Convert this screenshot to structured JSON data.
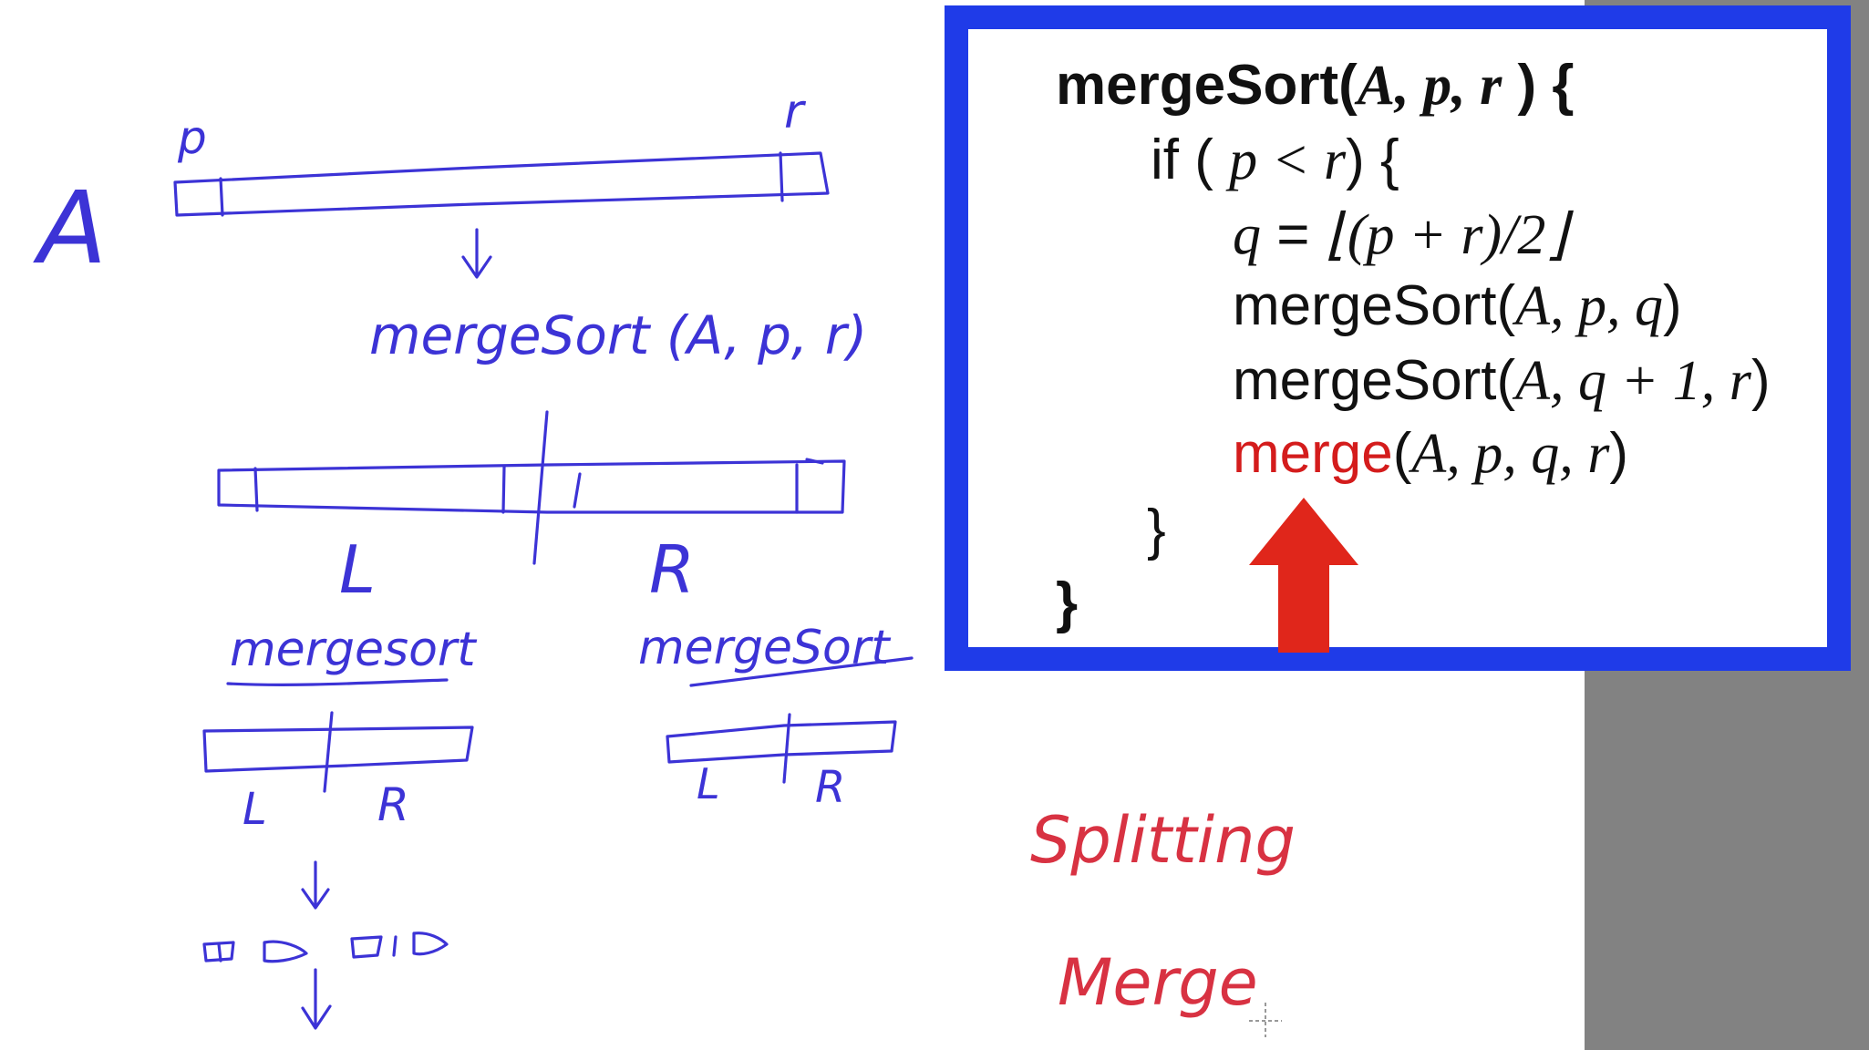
{
  "code": {
    "line1": {
      "fn": "mergeSort(",
      "args": "A, p, r",
      "close": " ) {"
    },
    "line2": {
      "pre": "if ( ",
      "cond": "p < r",
      "post": ") {"
    },
    "line3": {
      "lhs": "q",
      "eq": " = ",
      "rhs": "⌊(p + r)/2⌋"
    },
    "line4": {
      "fn": "mergeSort(",
      "args": "A, p, q",
      "close": ")"
    },
    "line5": {
      "fn": "mergeSort(",
      "args": "A, q + 1, r",
      "close": ")"
    },
    "line6": {
      "fn": "merge",
      "args_open": "(",
      "args": "A, p, q, r",
      "close": ")"
    },
    "line7": "}",
    "line8": "}"
  },
  "handwriting": {
    "array_name": "A",
    "p_label": "p",
    "r_label": "r",
    "call": "mergeSort (A, p, r)",
    "left_label": "L",
    "right_label": "R",
    "left_call": "mergesort",
    "right_call": "mergeSort",
    "small_left_l": "L",
    "small_left_r": "R",
    "small_right_l": "L",
    "small_right_r": "R",
    "note_splitting": "Splitting",
    "note_merge": "Merge"
  },
  "colors": {
    "frame": "#1f3be8",
    "ink_blue": "#3c33d6",
    "ink_red": "#d83242",
    "highlight_red": "#d41c1c",
    "arrow_red": "#e0261b",
    "side_gray": "#828282"
  },
  "icons": {
    "arrow": "up-arrow-icon",
    "cursor": "crosshair-cursor-icon"
  }
}
